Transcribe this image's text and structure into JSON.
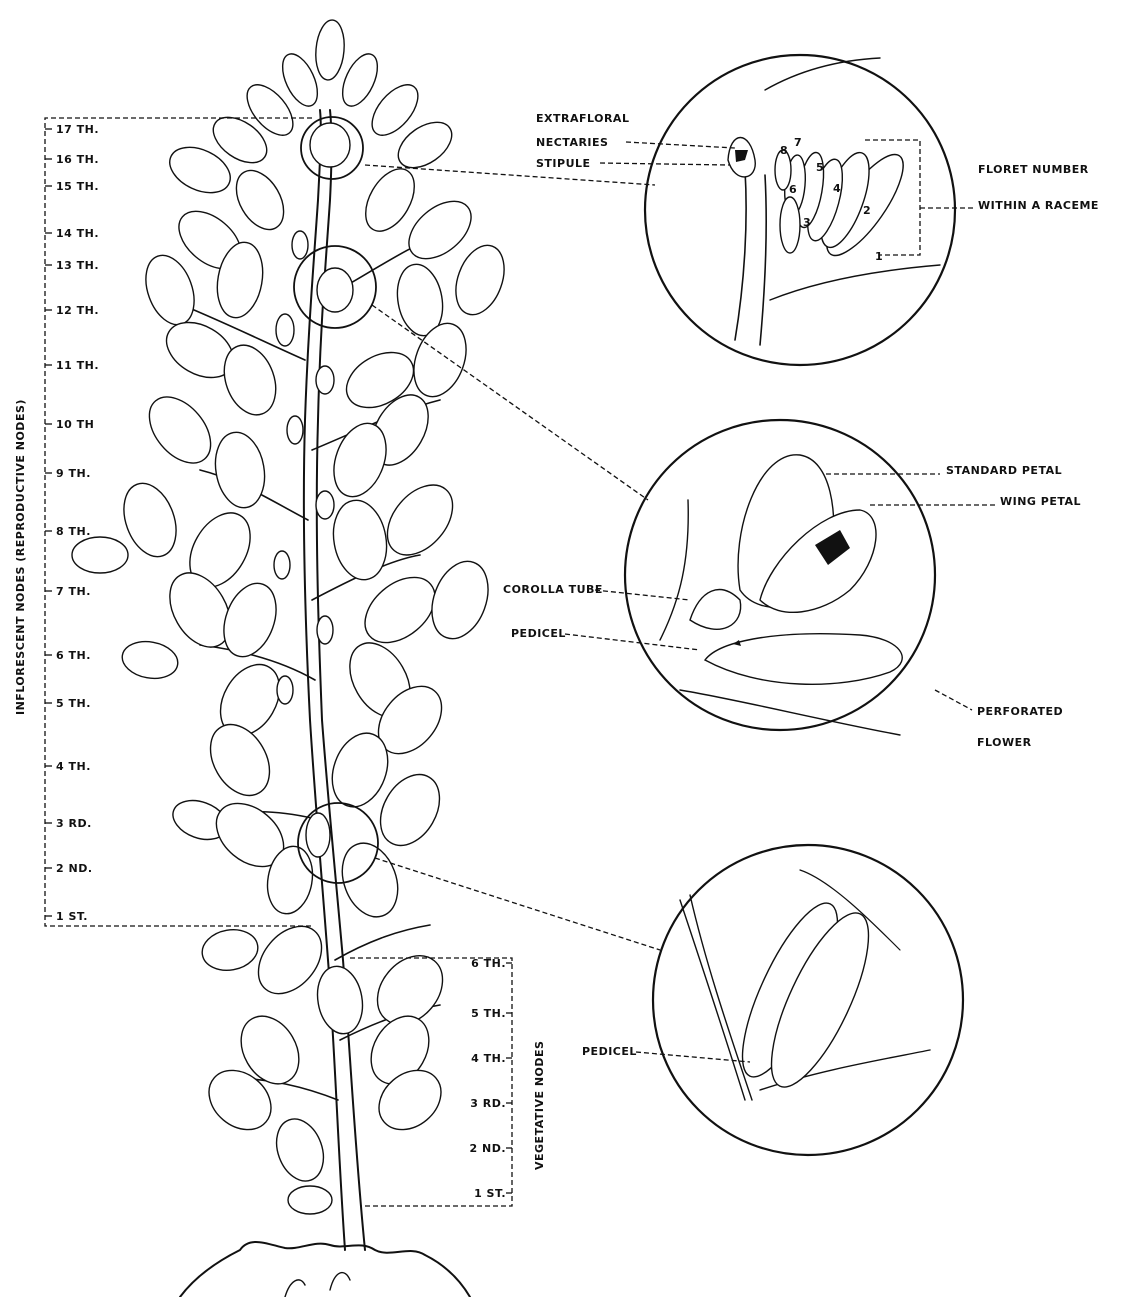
{
  "inflorescent_axis_label": "INFLORESCENT NODES (REPRODUCTIVE NODES)",
  "inflorescent_nodes": [
    "17 TH.",
    "16 TH.",
    "15 TH.",
    "14 TH.",
    "13 TH.",
    "12 TH.",
    "11 TH.",
    "10 TH",
    "9 TH.",
    "8 TH.",
    "7 TH.",
    "6 TH.",
    "5 TH.",
    "4 TH.",
    "3 RD.",
    "2 ND.",
    "1 ST."
  ],
  "vegetative_axis_label": "VEGETATIVE NODES",
  "vegetative_nodes": [
    "6 TH.",
    "5 TH.",
    "4 TH.",
    "3 RD.",
    "2 ND.",
    "1 ST."
  ],
  "detail_top": {
    "extrafloral_1": "EXTRAFLORAL",
    "extrafloral_2": "NECTARIES",
    "stipule": "STIPULE",
    "floret_1": "FLORET NUMBER",
    "floret_2": "WITHIN A RACEME",
    "floret_numbers": [
      "1",
      "2",
      "3",
      "4",
      "5",
      "6",
      "7",
      "8"
    ]
  },
  "detail_middle": {
    "standard_petal": "STANDARD PETAL",
    "wing_petal": "WING PETAL",
    "corolla_tube": "COROLLA TUBE",
    "pedicel": "PEDICEL",
    "perforated_1": "PERFORATED",
    "perforated_2": "FLOWER"
  },
  "detail_bottom": {
    "pedicel": "PEDICEL"
  }
}
